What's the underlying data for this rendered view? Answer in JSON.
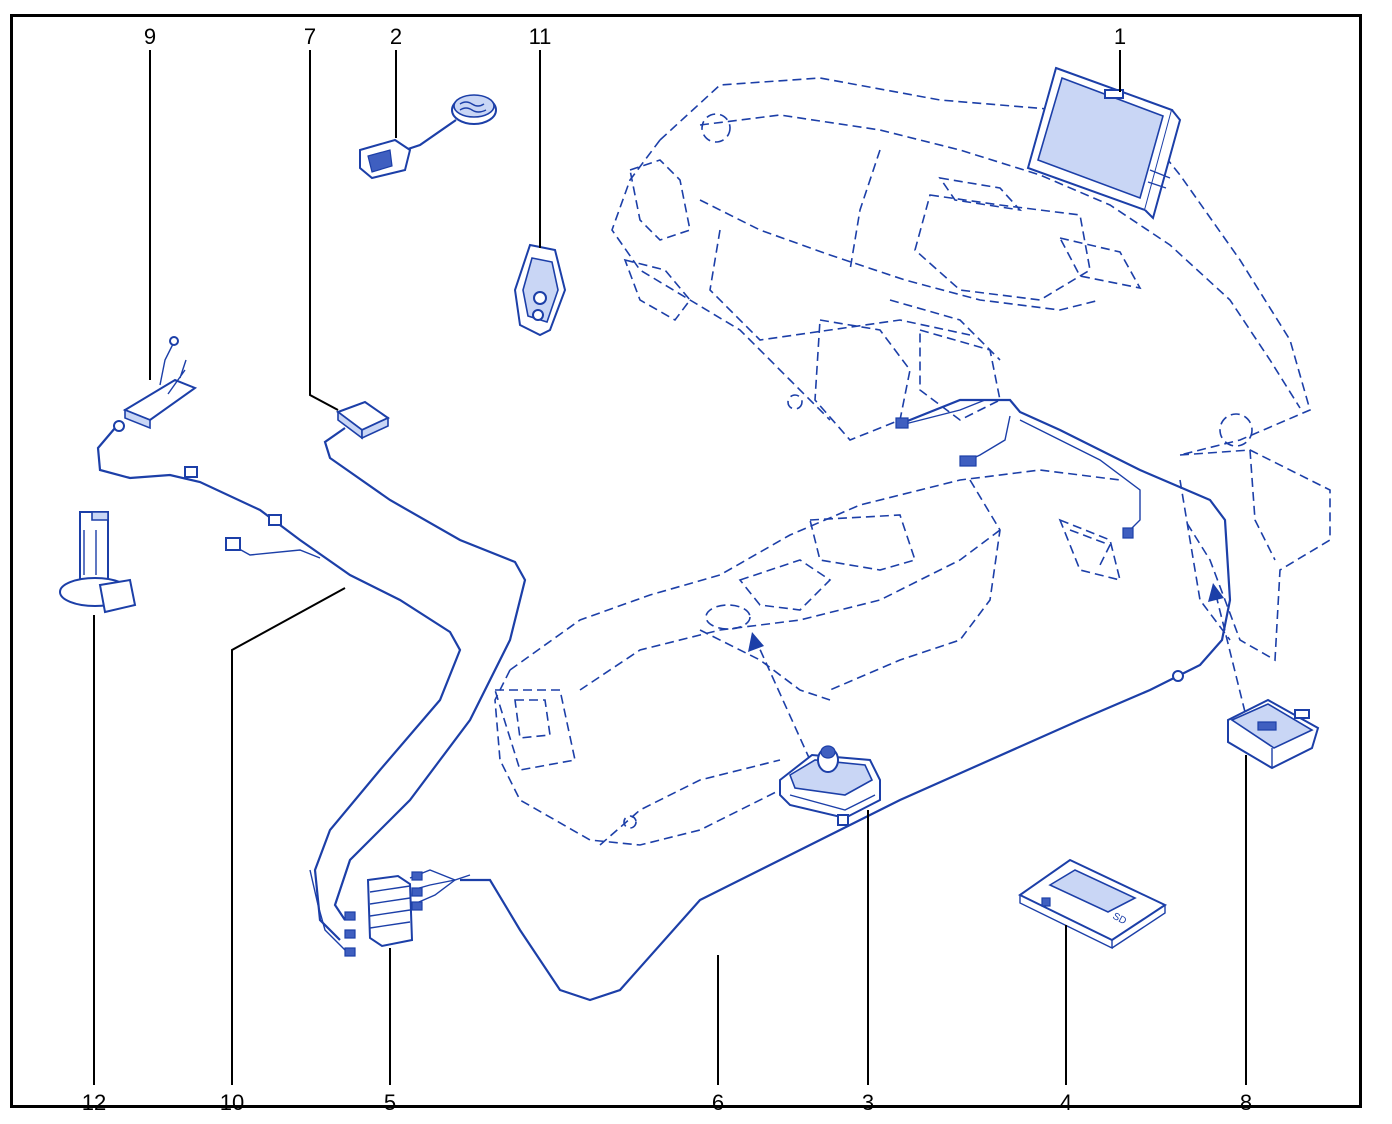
{
  "callouts": {
    "c1": "1",
    "c2": "2",
    "c3": "3",
    "c4": "4",
    "c5": "5",
    "c6": "6",
    "c7": "7",
    "c8": "8",
    "c9": "9",
    "c10": "10",
    "c11": "11",
    "c12": "12"
  },
  "parts": {
    "sd_card_label": "SD"
  },
  "colors": {
    "line": "#1c3fa8",
    "frame": "#000000"
  }
}
